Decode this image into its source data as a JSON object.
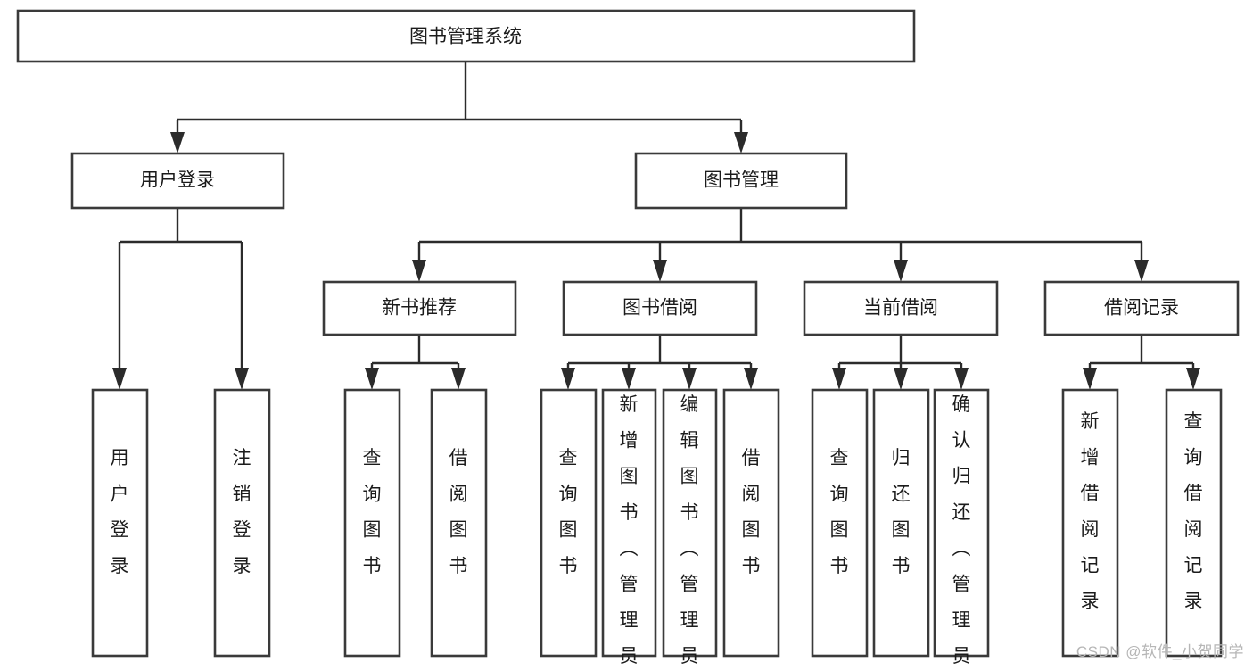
{
  "diagram": {
    "title": "图书管理系统",
    "type": "tree-hierarchy-flowchart",
    "root": {
      "id": "root",
      "label": "图书管理系统"
    },
    "level2": [
      {
        "id": "user-login",
        "label": "用户登录"
      },
      {
        "id": "book-management",
        "label": "图书管理"
      }
    ],
    "level3": [
      {
        "id": "new-book-recommend",
        "label": "新书推荐",
        "parent": "book-management"
      },
      {
        "id": "book-borrow",
        "label": "图书借阅",
        "parent": "book-management"
      },
      {
        "id": "current-borrow",
        "label": "当前借阅",
        "parent": "book-management"
      },
      {
        "id": "borrow-record",
        "label": "借阅记录",
        "parent": "book-management"
      }
    ],
    "leaves": [
      {
        "id": "leaf-user-login",
        "label": "用户登录",
        "parent": "user-login"
      },
      {
        "id": "leaf-logout-login",
        "label": "注销登录",
        "parent": "user-login"
      },
      {
        "id": "leaf-query-book-1",
        "label": "查询图书",
        "parent": "new-book-recommend"
      },
      {
        "id": "leaf-borrow-book-1",
        "label": "借阅图书",
        "parent": "new-book-recommend"
      },
      {
        "id": "leaf-query-book-2",
        "label": "查询图书",
        "parent": "book-borrow"
      },
      {
        "id": "leaf-add-book",
        "label": "新增图书（管理员）",
        "parent": "book-borrow"
      },
      {
        "id": "leaf-edit-book",
        "label": "编辑图书（管理员）",
        "parent": "book-borrow"
      },
      {
        "id": "leaf-borrow-book-2",
        "label": "借阅图书",
        "parent": "book-borrow"
      },
      {
        "id": "leaf-query-book-3",
        "label": "查询图书",
        "parent": "current-borrow"
      },
      {
        "id": "leaf-return-book",
        "label": "归还图书",
        "parent": "current-borrow"
      },
      {
        "id": "leaf-confirm-return",
        "label": "确认归还（管理员）",
        "parent": "current-borrow"
      },
      {
        "id": "leaf-add-record",
        "label": "新增借阅记录",
        "parent": "borrow-record"
      },
      {
        "id": "leaf-query-record",
        "label": "查询借阅记录",
        "parent": "borrow-record"
      }
    ],
    "colors": {
      "box_stroke": "#3a3a3a",
      "box_fill": "#ffffff",
      "connector": "#2b2b2b",
      "text": "#1b1b1b",
      "background": "#ffffff",
      "watermark": "#b6b6b6"
    }
  },
  "watermark": {
    "text": "CSDN @软件_小贺同学"
  }
}
